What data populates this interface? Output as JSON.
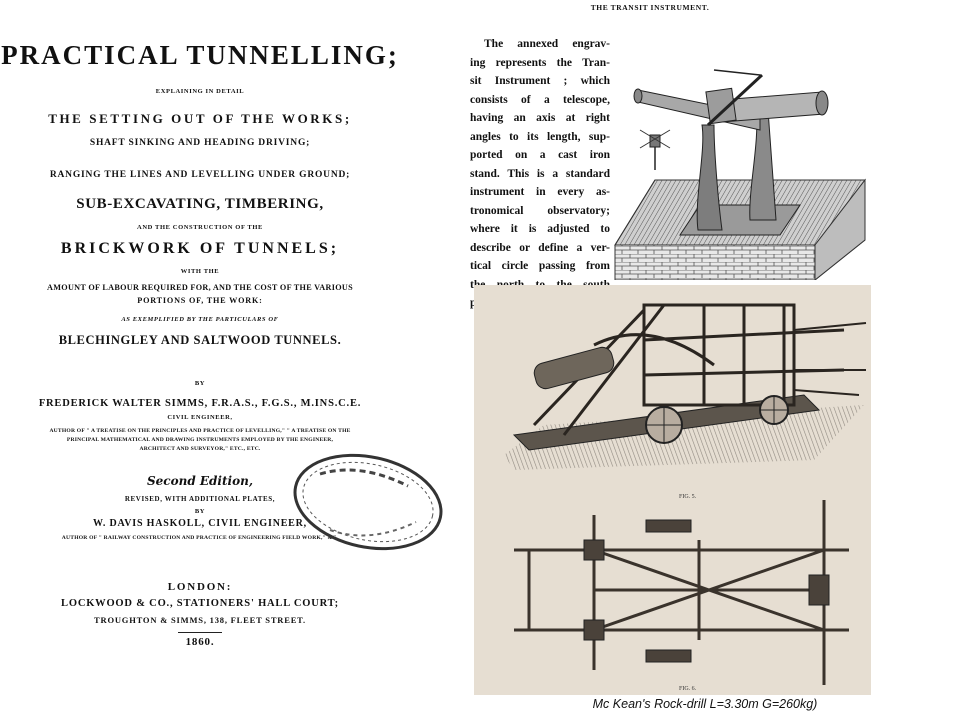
{
  "title_page": {
    "main_title": "PRACTICAL   TUNNELLING;",
    "explaining": "EXPLAINING IN DETAIL",
    "line_setting": "THE  SETTING  OUT  OF  THE  WORKS;",
    "line_shaft": "SHAFT SINKING AND HEADING DRIVING;",
    "line_ranging": "RANGING THE LINES AND LEVELLING UNDER GROUND;",
    "line_subexcavating": "SUB-EXCAVATING,  TIMBERING,",
    "line_construction": "AND THE CONSTRUCTION OF THE",
    "line_brickwork": "BRICKWORK  OF  TUNNELS;",
    "line_with_the": "WITH THE",
    "line_amount": "AMOUNT OF LABOUR REQUIRED FOR, AND THE COST OF THE VARIOUS",
    "line_portions": "PORTIONS OF, THE WORK:",
    "line_exemplified": "AS EXEMPLIFIED BY THE PARTICULARS OF",
    "line_tunnels": "BLECHINGLEY AND SALTWOOD TUNNELS.",
    "line_by": "BY",
    "author": "FREDERICK  WALTER  SIMMS,  F.R.A.S.,  F.G.S.,  M.INS.C.E.",
    "author_role": "CIVIL ENGINEER,",
    "author_works_1": "AUTHOR OF \" A TREATISE ON THE PRINCIPLES AND PRACTICE OF LEVELLING,\"  \" A TREATISE ON THE",
    "author_works_2": "PRINCIPAL MATHEMATICAL AND DRAWING INSTRUMENTS EMPLOYED BY THE ENGINEER,",
    "author_works_3": "ARCHITECT AND SURVEYOR,\" ETC., ETC.",
    "edition": "Second Edition,",
    "revised": "REVISED, WITH ADDITIONAL PLATES,",
    "by2": "BY",
    "editor": "W. DAVIS HASKOLL, CIVIL ENGINEER,",
    "editor_works": "AUTHOR OF \" RAILWAY CONSTRUCTION AND PRACTICE OF ENGINEERING FIELD WORK,\" &C.",
    "place": "LONDON:",
    "publisher": "LOCKWOOD & CO., STATIONERS' HALL COURT;",
    "printer": "TROUGHTON & SIMMS, 138, FLEET STREET.",
    "year": "1860."
  },
  "transit": {
    "heading": "THE TRANSIT INSTRUMENT.",
    "lines": [
      "The annexed engrav-",
      "ing represents the Tran-",
      "sit Instrument ; which",
      "consists of a telescope,",
      "having an axis at right",
      "angles to its length, sup-",
      "ported on a cast iron",
      "stand. This is a standard",
      "instrument in every as-",
      "tronomical observatory;",
      "where it is adjusted to",
      "describe or define a ver-",
      "tical circle passing from",
      "the north to the south",
      "points of the horizon,"
    ]
  },
  "plate": {
    "fig5": "FIG. 5.",
    "fig6": "FIG. 6."
  },
  "caption": "Mc Kean's Rock-drill L=3.30m G=260kg)"
}
